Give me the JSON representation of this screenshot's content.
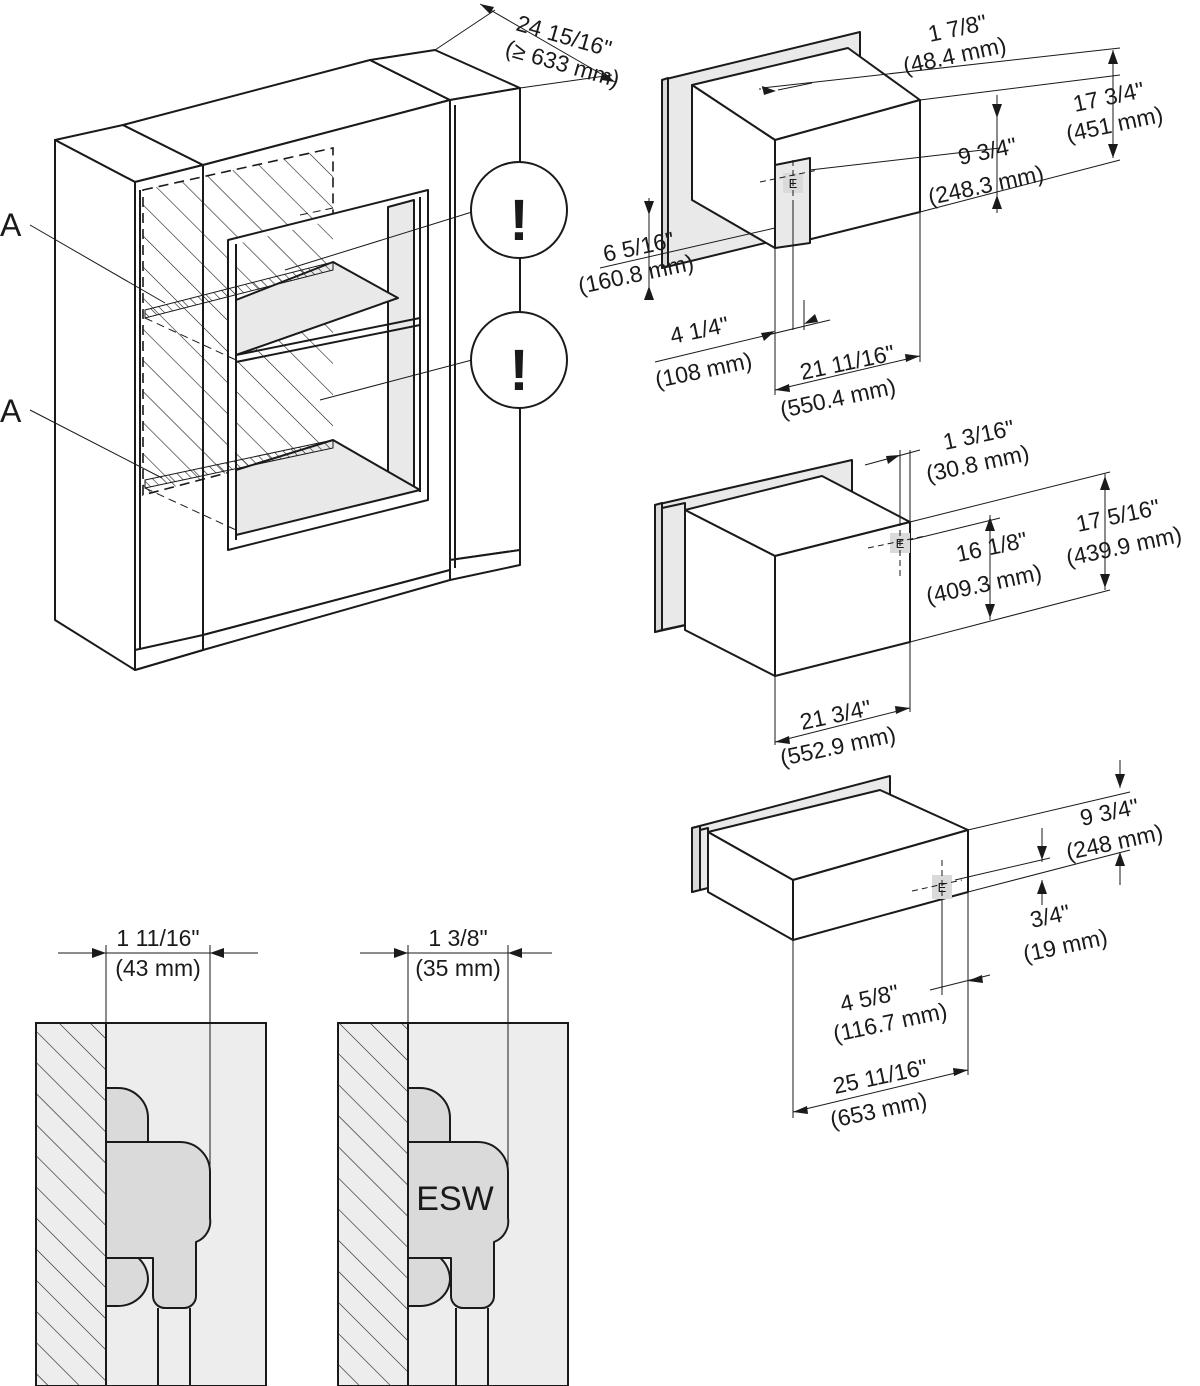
{
  "cabinet": {
    "depth_imperial": "24 15/16\"",
    "depth_metric": "(≥ 633 mm)",
    "label_upper": "A",
    "label_lower": "A",
    "warning_symbol": "!"
  },
  "top_appliance": {
    "top_offset_imperial": "1 7/8\"",
    "top_offset_metric": "(48.4 mm)",
    "height_imperial": "17 3/4\"",
    "height_metric": "(451 mm)",
    "outlet_height_imperial": "9 3/4\"",
    "outlet_height_metric": "(248.3 mm)",
    "outlet_low_imperial": "6 5/16\"",
    "outlet_low_metric": "(160.8 mm)",
    "outlet_offset_imperial": "4 1/4\"",
    "outlet_offset_metric": "(108 mm)",
    "depth_imperial": "21 11/16\"",
    "depth_metric": "(550.4 mm)",
    "outlet_label": "E"
  },
  "middle_appliance": {
    "front_offset_imperial": "1 3/16\"",
    "front_offset_metric": "(30.8 mm)",
    "outlet_height_imperial": "16 1/8\"",
    "outlet_height_metric": "(409.3 mm)",
    "height_imperial": "17 5/16\"",
    "height_metric": "(439.9 mm)",
    "depth_imperial": "21 3/4\"",
    "depth_metric": "(552.9 mm)",
    "outlet_label": "E"
  },
  "bottom_appliance": {
    "height_imperial": "9 3/4\"",
    "height_metric": "(248 mm)",
    "outlet_height_imperial": "3/4\"",
    "outlet_height_metric": "(19 mm)",
    "outlet_offset_imperial": "4 5/8\"",
    "outlet_offset_metric": "(116.7 mm)",
    "depth_imperial": "25 11/16\"",
    "depth_metric": "(653 mm)",
    "outlet_label": "E"
  },
  "plug_detail_left": {
    "clearance_imperial": "1 11/16\"",
    "clearance_metric": "(43 mm)"
  },
  "plug_detail_right": {
    "clearance_imperial": "1 3/8\"",
    "clearance_metric": "(35 mm)",
    "plug_label": "ESW"
  }
}
